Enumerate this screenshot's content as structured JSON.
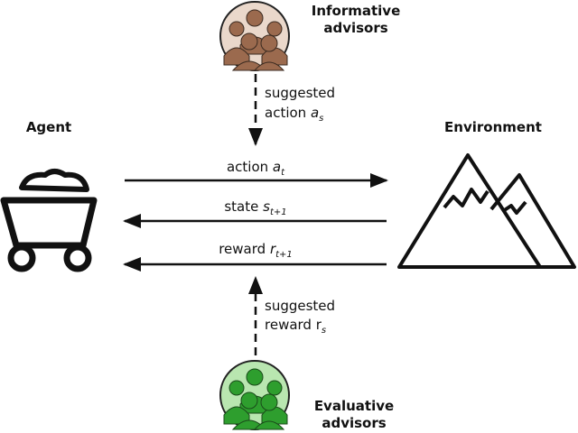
{
  "nodes": {
    "informative": {
      "line1": "Informative",
      "line2": "advisors"
    },
    "evaluative": {
      "line1": "Evaluative",
      "line2": "advisors"
    },
    "agent": {
      "label": "Agent"
    },
    "environment": {
      "label": "Environment"
    }
  },
  "edges": {
    "suggested_action": {
      "line1": "suggested",
      "line2_prefix": "action",
      "symbol": "a",
      "subscript": "s"
    },
    "action": {
      "prefix": "action",
      "symbol": "a",
      "subscript": "t"
    },
    "state": {
      "prefix": "state",
      "symbol": "s",
      "subscript": "t+1"
    },
    "reward": {
      "prefix": "reward",
      "symbol": "r",
      "subscript": "t+1"
    },
    "suggested_reward": {
      "line1": "suggested",
      "line2_prefix": "reward",
      "symbol": "r",
      "subscript": "s"
    }
  },
  "colors": {
    "informative_group": "#9b6a4e",
    "informative_bg": "#e9d8cc",
    "evaluative_group": "#2e9e2e",
    "evaluative_bg": "#b9e6b0",
    "line": "#111111"
  },
  "icons": {
    "agent": "mine-cart-icon",
    "environment": "mountains-icon",
    "informative": "people-group-icon",
    "evaluative": "people-group-icon"
  }
}
